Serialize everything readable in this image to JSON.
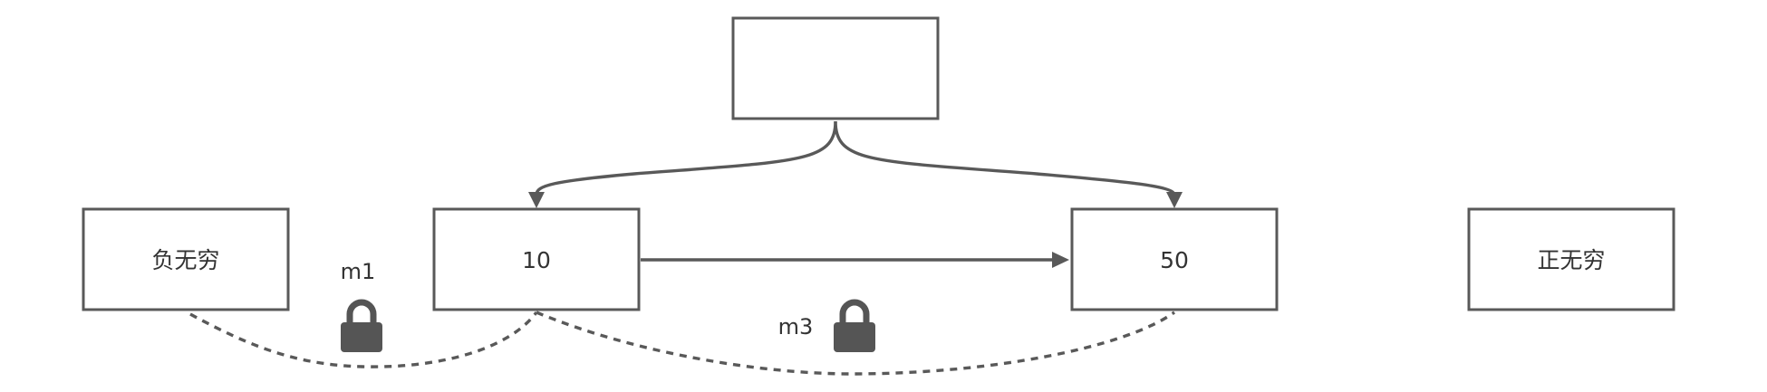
{
  "nodes": {
    "top": {
      "label": ""
    },
    "neg_inf": {
      "label": "负无穷"
    },
    "n10": {
      "label": "10"
    },
    "n50": {
      "label": "50"
    },
    "pos_inf": {
      "label": "正无穷"
    }
  },
  "locks": {
    "m1": {
      "label": "m1",
      "icon": "lock-icon"
    },
    "m3": {
      "label": "m3",
      "icon": "lock-icon"
    }
  },
  "colors": {
    "stroke": "#595959",
    "lock": "#555555",
    "text": "#333333"
  }
}
